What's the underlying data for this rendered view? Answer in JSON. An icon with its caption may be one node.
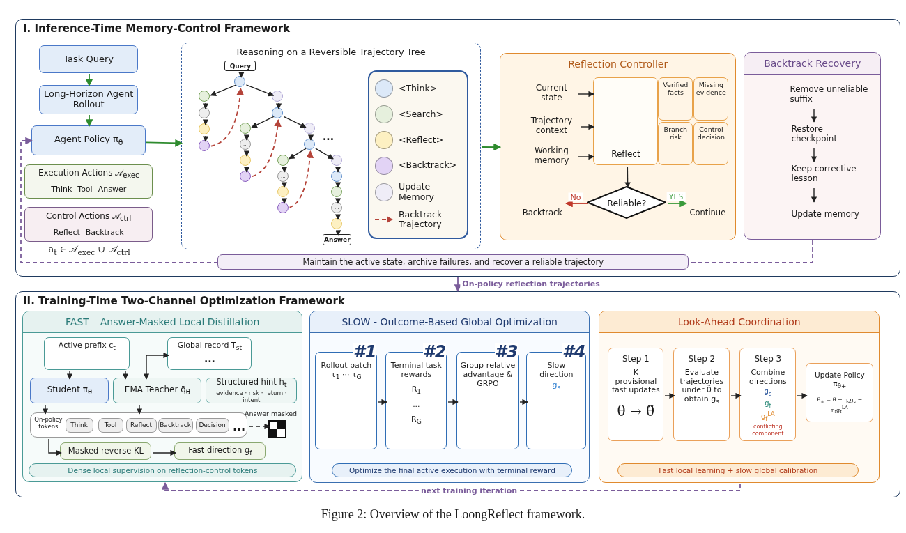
{
  "diagram": {
    "caption": "Figure 2: Overview of the LoongReflect framework.",
    "nodes": [
      {
        "text": [
          "I. Inference-Time Memory-Control Framework"
        ]
      },
      {
        "text": [
          "Task Query"
        ],
        "in": 0
      },
      {
        "text": [
          "Long-Horizon Agent Rollout"
        ],
        "in": 0
      },
      {
        "text": [
          "Agent Policy π$_{θ}$"
        ],
        "in": 0
      },
      {
        "text": [
          "Execution Actions 𝒜$_{exec}$",
          "Think",
          "Tool",
          "Answer"
        ],
        "in": 0
      },
      {
        "text": [
          "Control Actions 𝒜$_{ctrl}$",
          "Reflect",
          "Backtrack"
        ],
        "in": 0
      },
      {
        "text": [
          "Reasoning on a Reversible Trajectory Tree"
        ],
        "in": 0
      },
      {
        "text": [
          "Query"
        ],
        "in": 6
      },
      {
        "text": [],
        "shape": "circle",
        "in": 6
      },
      {
        "text": [],
        "shape": "circle",
        "in": 6
      },
      {
        "text": [
          "..."
        ],
        "in": 6
      },
      {
        "text": [],
        "shape": "circle",
        "in": 6
      },
      {
        "text": [],
        "shape": "circle",
        "in": 6
      },
      {
        "text": [],
        "shape": "circle",
        "in": 6
      },
      {
        "text": [],
        "shape": "circle",
        "in": 6
      },
      {
        "text": [],
        "shape": "circle",
        "in": 6
      },
      {
        "text": [
          "..."
        ],
        "in": 6
      },
      {
        "text": [],
        "shape": "circle",
        "in": 6
      },
      {
        "text": [],
        "shape": "circle",
        "in": 6
      },
      {
        "text": [],
        "shape": "circle",
        "in": 6
      },
      {
        "text": [],
        "shape": "circle",
        "in": 6
      },
      {
        "text": [],
        "shape": "circle",
        "in": 6
      },
      {
        "text": [
          "..."
        ],
        "in": 6
      },
      {
        "text": [],
        "shape": "circle",
        "in": 6
      },
      {
        "text": [],
        "shape": "circle",
        "in": 6
      },
      {
        "text": [],
        "shape": "circle",
        "in": 6
      },
      {
        "text": [],
        "shape": "circle",
        "in": 6
      },
      {
        "text": [],
        "shape": "circle",
        "in": 6
      },
      {
        "text": [
          "..."
        ],
        "in": 6
      },
      {
        "text": [],
        "shape": "circle",
        "in": 6
      },
      {
        "text": [
          "Answer"
        ],
        "in": 6
      },
      {
        "text": [
          "Reflection Controller"
        ],
        "in": 0
      },
      {
        "text": [
          "Current state"
        ],
        "in": 31
      },
      {
        "text": [
          "Trajectory context"
        ],
        "in": 31
      },
      {
        "text": [
          "Working memory"
        ],
        "in": 31
      },
      {
        "text": [
          "Reflect"
        ],
        "in": 31
      },
      {
        "text": [
          "Verified facts"
        ],
        "in": 31
      },
      {
        "text": [
          "Missing evidence"
        ],
        "in": 31
      },
      {
        "text": [
          "Branch risk"
        ],
        "in": 31
      },
      {
        "text": [
          "Control decision"
        ],
        "in": 31
      },
      {
        "text": [
          "Reliable?"
        ],
        "in": 31
      },
      {
        "text": [
          "Backtrack"
        ],
        "in": 31
      },
      {
        "text": [
          "Continue"
        ],
        "in": 31
      },
      {
        "text": [
          "Backtrack Recovery"
        ],
        "in": 0
      },
      {
        "text": [
          "Remove unreliable suffix"
        ],
        "in": 43
      },
      {
        "text": [
          "Restore checkpoint"
        ],
        "in": 43
      },
      {
        "text": [
          "Keep corrective lesson"
        ],
        "in": 43
      },
      {
        "text": [
          "Update memory"
        ],
        "in": 43
      },
      {
        "text": [
          "Maintain the active state, archive failures, and recover a reliable trajectory"
        ],
        "in": 0
      },
      {
        "text": [
          "II. Training-Time Two-Channel Optimization Framework"
        ]
      },
      {
        "text": [
          "FAST – Answer-Masked Local Distillation"
        ],
        "in": 49
      },
      {
        "text": [
          "Active prefix c$_{t}$"
        ],
        "in": 50
      },
      {
        "text": [
          "Global record T$_{st}$",
          "..."
        ],
        "in": 50
      },
      {
        "text": [
          "Student π$_{θ}$"
        ],
        "in": 50
      },
      {
        "text": [
          "EMA Teacher q̄$_{θ}$"
        ],
        "in": 50
      },
      {
        "text": [
          "Structured hint h$_{t}$",
          "evidence · risk · return · intent"
        ],
        "in": 50
      },
      {
        "text": [
          "On-policy tokens"
        ],
        "in": 50
      },
      {
        "text": [
          "Think"
        ],
        "in": 56
      },
      {
        "text": [
          "Tool"
        ],
        "in": 56
      },
      {
        "text": [
          "Reflect"
        ],
        "in": 56
      },
      {
        "text": [
          "Backtrack"
        ],
        "in": 56
      },
      {
        "text": [
          "Decision"
        ],
        "in": 56
      },
      {
        "text": [],
        "shape": "picture",
        "beside": [
          "Answer masked"
        ],
        "in": 50
      },
      {
        "text": [
          "Masked reverse KL"
        ],
        "in": 50
      },
      {
        "text": [
          "Fast direction g$_{f}$"
        ],
        "in": 50
      },
      {
        "text": [
          "Dense local supervision on reflection-control tokens"
        ],
        "in": 50
      },
      {
        "text": [
          "SLOW - Outcome-Based Global Optimization"
        ],
        "in": 49
      },
      {
        "text": [
          "#1",
          "Rollout batch τ$_{1}$ ··· τ$_{G}$"
        ],
        "in": 66
      },
      {
        "text": [
          "#2",
          "Terminal task rewards",
          "R$_{1}$",
          "...",
          "R$_{G}$"
        ],
        "in": 66
      },
      {
        "text": [
          "#3",
          "Group-relative advantage & GRPO"
        ],
        "in": 66
      },
      {
        "text": [
          "#4",
          "Slow direction",
          "g$_{s}$"
        ],
        "in": 66
      },
      {
        "text": [
          "Optimize the final active execution with terminal reward"
        ],
        "in": 66
      },
      {
        "text": [
          "Look-Ahead Coordination"
        ],
        "in": 49
      },
      {
        "text": [
          "Step 1",
          "K provisional fast updates",
          "θ → θ̃"
        ],
        "in": 72
      },
      {
        "text": [
          "Step 2",
          "Evaluate trajectories under θ̃ to obtain g$_{s}$"
        ],
        "in": 72
      },
      {
        "text": [
          "Step 3",
          "Combine directions",
          "g$_{s}$",
          "g$_{f}$",
          "g$_{f}$$^{LA}$",
          "conflicting component"
        ],
        "in": 72
      },
      {
        "text": [
          "Update Policy π$_{θ+}$",
          "θ$_{+}$ = θ − η$_{s}$g$_{s}$ − η$_{f}$g$_{f}$$^{LA}$"
        ],
        "in": 72
      },
      {
        "text": [
          "Fast local learning + slow global calibration"
        ],
        "in": 72
      }
    ],
    "edges": [
      {
        "from": 1,
        "to": 2,
        "arrow": "to",
        "color": "#2e8b2e"
      },
      {
        "from": 2,
        "to": 3,
        "arrow": "to",
        "color": "#2e8b2e"
      },
      {
        "from": 3,
        "to": 6,
        "arrow": "to",
        "color": "#2e8b2e"
      },
      {
        "from": 6,
        "to": 31,
        "arrow": "to",
        "color": "#2e8b2e"
      },
      {
        "from": 7,
        "to": 8,
        "arrow": "to"
      },
      {
        "from": 8,
        "to": 9,
        "arrow": "to"
      },
      {
        "from": 8,
        "to": 13,
        "arrow": "to"
      },
      {
        "from": 9,
        "to": 10,
        "arrow": "to"
      },
      {
        "from": 10,
        "to": 11,
        "arrow": "to"
      },
      {
        "from": 11,
        "to": 12,
        "arrow": "to"
      },
      {
        "from": 12,
        "to": 8,
        "arrow": "to",
        "style": "dashed",
        "color": "#b5443a"
      },
      {
        "from": 13,
        "to": 14,
        "arrow": "to"
      },
      {
        "from": 14,
        "to": 15,
        "arrow": "to"
      },
      {
        "from": 14,
        "to": 19,
        "arrow": "to"
      },
      {
        "from": 15,
        "to": 16,
        "arrow": "to"
      },
      {
        "from": 16,
        "to": 17,
        "arrow": "to"
      },
      {
        "from": 17,
        "to": 18,
        "arrow": "to"
      },
      {
        "from": 18,
        "to": 14,
        "arrow": "to",
        "style": "dashed",
        "color": "#b5443a"
      },
      {
        "from": 19,
        "to": 20,
        "arrow": "to"
      },
      {
        "from": 20,
        "to": 21,
        "arrow": "to"
      },
      {
        "from": 20,
        "to": 25,
        "arrow": "to"
      },
      {
        "from": 21,
        "to": 22,
        "arrow": "to"
      },
      {
        "from": 22,
        "to": 23,
        "arrow": "to"
      },
      {
        "from": 23,
        "to": 24,
        "arrow": "to"
      },
      {
        "from": 24,
        "to": 20,
        "arrow": "to",
        "style": "dashed",
        "color": "#b5443a"
      },
      {
        "from": 25,
        "to": 26,
        "arrow": "to"
      },
      {
        "from": 26,
        "to": 27,
        "arrow": "to"
      },
      {
        "from": 27,
        "to": 28,
        "arrow": "to"
      },
      {
        "from": 28,
        "to": 29,
        "arrow": "to"
      },
      {
        "from": 29,
        "to": 30,
        "arrow": "to"
      },
      {
        "from": 32,
        "to": 35,
        "arrow": "to"
      },
      {
        "from": 33,
        "to": 35,
        "arrow": "to"
      },
      {
        "from": 34,
        "to": 35,
        "arrow": "to"
      },
      {
        "from": 35,
        "to": 40,
        "arrow": "to"
      },
      {
        "from": 40,
        "to": 41,
        "arrow": "to",
        "label": "No",
        "color": "#c0392b"
      },
      {
        "from": 40,
        "to": 42,
        "arrow": "to",
        "label": "YES",
        "color": "#3a9a3a"
      },
      {
        "from": 44,
        "to": 45,
        "arrow": "to"
      },
      {
        "from": 45,
        "to": 46,
        "arrow": "to"
      },
      {
        "from": 46,
        "to": 47,
        "arrow": "to"
      },
      {
        "from": 43,
        "to": 48,
        "arrow": "none",
        "style": "dashed",
        "color": "#7a5c9a"
      },
      {
        "from": 48,
        "to": 3,
        "arrow": "to",
        "style": "dashed",
        "color": "#7a5c9a"
      },
      {
        "from": 0,
        "to": 49,
        "arrow": "to",
        "label": "On-policy reflection trajectories",
        "color": "#7a5c9a"
      },
      {
        "from": 51,
        "to": 53,
        "arrow": "to"
      },
      {
        "from": 51,
        "to": 54,
        "arrow": "to"
      },
      {
        "from": 54,
        "to": 52,
        "arrow": "both"
      },
      {
        "from": 53,
        "to": 56,
        "arrow": "to"
      },
      {
        "from": 54,
        "to": 56,
        "arrow": "to"
      },
      {
        "from": 56,
        "to": 62,
        "arrow": "to",
        "style": "dashed"
      },
      {
        "from": 56,
        "to": 63,
        "arrow": "to"
      },
      {
        "from": 63,
        "to": 64,
        "arrow": "to"
      },
      {
        "from": 67,
        "to": 68,
        "arrow": "to"
      },
      {
        "from": 68,
        "to": 69,
        "arrow": "to"
      },
      {
        "from": 69,
        "to": 70,
        "arrow": "to"
      },
      {
        "from": 73,
        "to": 74,
        "arrow": "to"
      },
      {
        "from": 74,
        "to": 75,
        "arrow": "to"
      },
      {
        "from": 75,
        "to": 76,
        "arrow": "to"
      },
      {
        "from": 72,
        "to": 50,
        "arrow": "to",
        "label": "next training iteration",
        "style": "dashed",
        "color": "#7a5c9a"
      }
    ],
    "labels": [
      "a$_{t}$ ∈ 𝒜$_{exec}$ ∪ 𝒜$_{ctrl}$",
      "...",
      "..."
    ],
    "legend": [
      {
        "text": "<Think>",
        "color": "#dce9f8"
      },
      {
        "text": "<Search>",
        "color": "#e6f0dd"
      },
      {
        "text": "<Reflect>",
        "color": "#fdf0c2"
      },
      {
        "text": "<Backtrack>",
        "color": "#e2d3f5"
      },
      {
        "text": "Update Memory",
        "color": "#efedf7"
      },
      {
        "text": "Backtrack Trajectory"
      }
    ]
  }
}
